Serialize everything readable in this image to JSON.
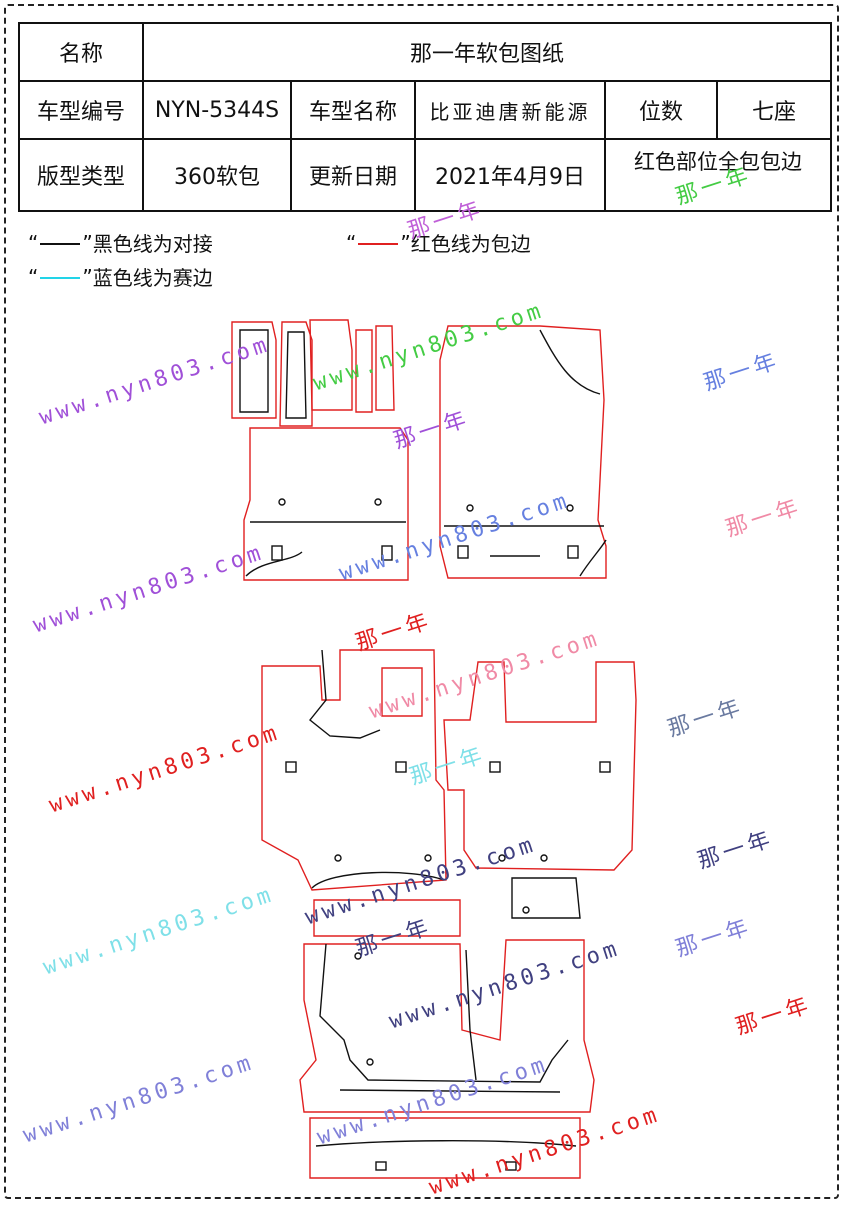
{
  "table": {
    "r1": {
      "label": "名称",
      "title": "那一年软包图纸"
    },
    "r2": {
      "model_no_label": "车型编号",
      "model_no": "NYN-5344S",
      "model_name_label": "车型名称",
      "model_name": "比亚迪唐新能源",
      "seats_label": "位数",
      "seats": "七座"
    },
    "r3": {
      "type_label": "版型类型",
      "type": "360软包",
      "date_label": "更新日期",
      "date": "2021年4月9日",
      "note": "红色部位全包包边"
    }
  },
  "legend": {
    "black": {
      "open_quote": "“",
      "close_quote": "”",
      "text": "黑色线为对接",
      "color": "#111111"
    },
    "red": {
      "open_quote": "“",
      "close_quote": "”",
      "text": "红色线为包边",
      "color": "#e02020"
    },
    "blue": {
      "open_quote": "“",
      "close_quote": "”",
      "text": "蓝色线为赛边",
      "color": "#22d4e8"
    }
  },
  "watermarks": {
    "url": "www.nyn803.com",
    "brand": "那一年"
  },
  "colors": {
    "cut_red": "#e02020",
    "seam_black": "#111111"
  }
}
